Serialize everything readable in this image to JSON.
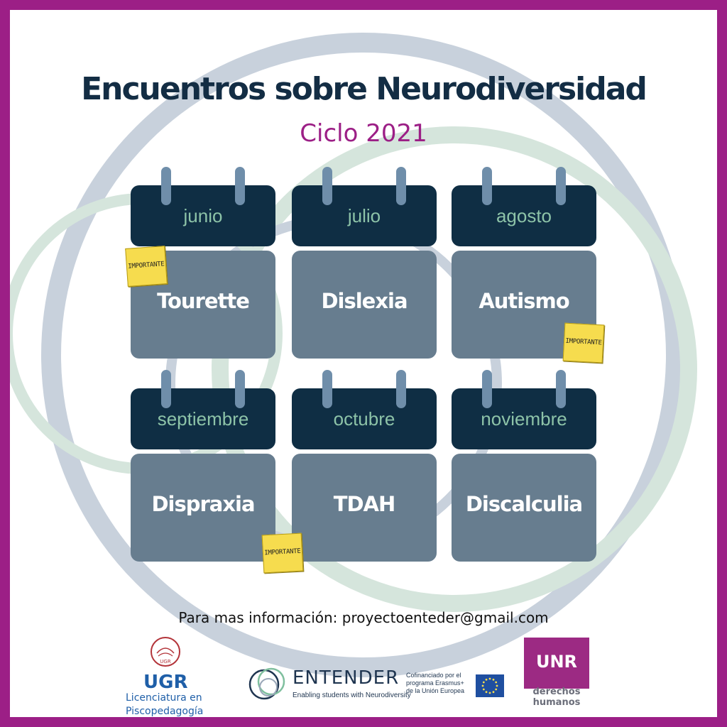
{
  "poster": {
    "title": "Encuentros sobre Neurodiversidad",
    "subtitle": "Ciclo 2021",
    "colors": {
      "border": "#9c1f86",
      "title": "#132d44",
      "subtitle": "#9c1f86",
      "calendar_header": "#0f2e44",
      "calendar_body": "#677d8f",
      "month_text": "#8dc3a8",
      "sticky_note": "#f6dc4e"
    }
  },
  "calendars": [
    {
      "month": "junio",
      "topic": "Tourette"
    },
    {
      "month": "julio",
      "topic": "Dislexia"
    },
    {
      "month": "agosto",
      "topic": "Autismo"
    },
    {
      "month": "septiembre",
      "topic": "Dispraxia"
    },
    {
      "month": "octubre",
      "topic": "TDAH"
    },
    {
      "month": "noviembre",
      "topic": "Discalculia"
    }
  ],
  "sticky_notes": [
    {
      "label": "IMPORTANTE",
      "on_topic": "Tourette"
    },
    {
      "label": "IMPORTANTE",
      "on_topic": "Autismo"
    },
    {
      "label": "IMPORTANTE",
      "on_topic": "Dispraxia"
    }
  ],
  "contact": "Para mas información: proyectoenteder@gmail.com",
  "logos": {
    "ugr": {
      "name": "UGR",
      "seal_text": "UGR",
      "subtitle_line1": "Licenciatura en",
      "subtitle_line2": "Piscopedagogía"
    },
    "entender": {
      "name": "ENTENDER",
      "tagline": "Enabling students with Neurodiversity"
    },
    "erasmus": {
      "line1": "Cofinanciado por el",
      "line2": "programa Erasmus+",
      "line3": "de la Unión Europea"
    },
    "unr": {
      "name": "UNR",
      "sub_line1": "derechos",
      "sub_line2": "humanos"
    }
  }
}
